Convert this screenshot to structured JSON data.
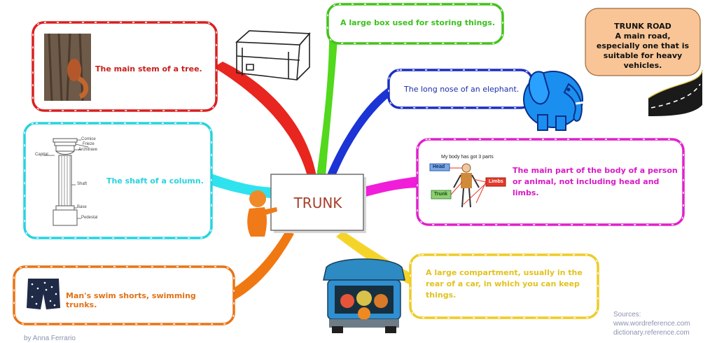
{
  "center": {
    "title": "TRUNK"
  },
  "colors": {
    "red": "#e8251e",
    "green": "#52d81c",
    "blue": "#1c33d6",
    "cyan": "#2ee3ee",
    "magenta": "#f01ed8",
    "yellow": "#f5d42a",
    "orange": "#f07812",
    "peach": "#f9c596"
  },
  "bubbles": {
    "tree": {
      "text": "The main stem of a tree."
    },
    "box": {
      "text": "A large box used for storing things."
    },
    "elephant": {
      "text": "The long nose of an elephant."
    },
    "column": {
      "text": "The shaft of a column."
    },
    "body": {
      "text": "The main part of the body of a person or animal, not including head and limbs."
    },
    "car": {
      "text": "A large compartment, usually in the rear of a car, in which you can keep things."
    },
    "shorts": {
      "text": "Man's swim shorts, swimming trunks."
    },
    "road": {
      "title": "TRUNK ROAD",
      "text": "A main road, especially one that is suitable for heavy vehicles."
    }
  },
  "column_labels": {
    "cornice": "Cornice",
    "frieze": "Frieze",
    "architrave": "Architrave",
    "capital": "Capital",
    "shaft": "Shaft",
    "base": "Base",
    "pedestal": "Pedestal"
  },
  "body_diagram": {
    "caption": "My body has got 3 parts",
    "head": "Head",
    "trunk": "Trunk",
    "limbs": "Limbs"
  },
  "sources": {
    "label": "Sources:",
    "line1": "www.wordreference.com",
    "line2": "dictionary.reference.com"
  },
  "author": "by Anna Ferrario"
}
